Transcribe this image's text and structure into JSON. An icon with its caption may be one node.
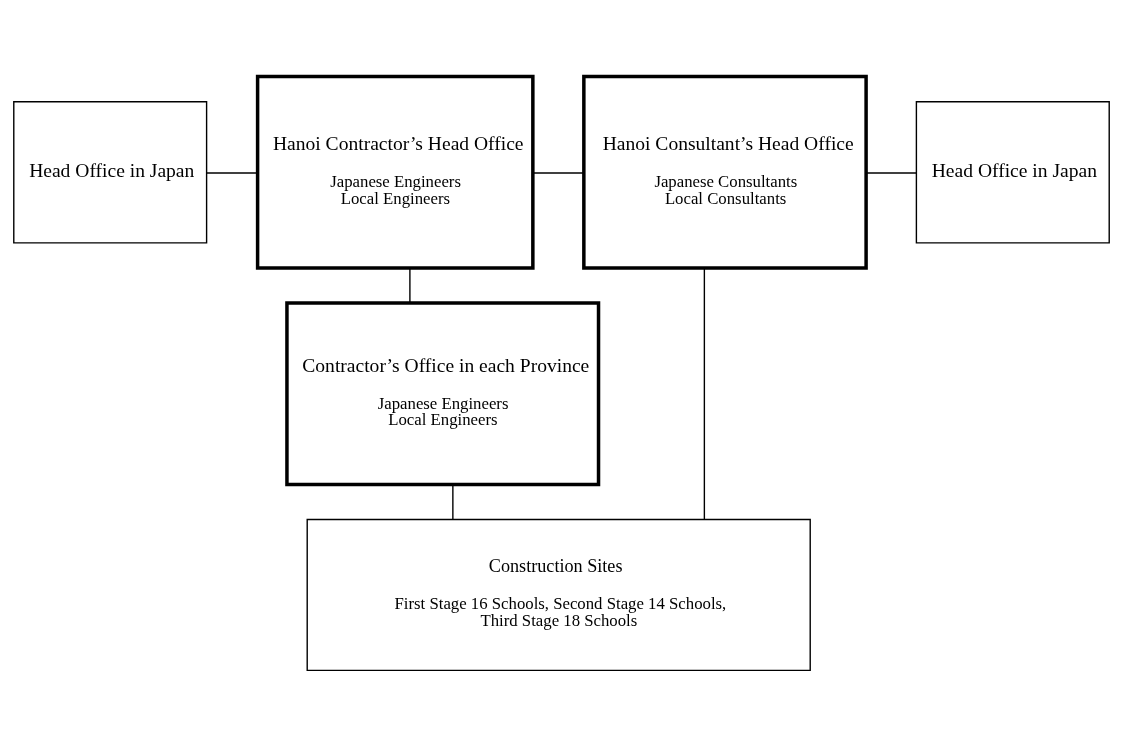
{
  "diagram": {
    "nodes": [
      {
        "text": [
          "Head Office in Japan"
        ]
      },
      {
        "text": [
          "Hanoi Contractor’s Head Office",
          "Japanese Engineers",
          "Local Engineers"
        ]
      },
      {
        "text": [
          "Hanoi Consultant’s Head Office",
          "Japanese Consultants",
          "Local Consultants"
        ]
      },
      {
        "text": [
          "Head Office in Japan"
        ]
      },
      {
        "text": [
          "Contractor’s Office in each Province",
          "Japanese Engineers",
          "Local Engineers"
        ]
      },
      {
        "text": [
          "Construction Sites",
          "First Stage 16 Schools, Second Stage 14 Schools,",
          "Third Stage 18 Schools"
        ]
      }
    ],
    "edges": [
      {
        "from": 0,
        "to": 1,
        "arrow": "none"
      },
      {
        "from": 1,
        "to": 2,
        "arrow": "none"
      },
      {
        "from": 2,
        "to": 3,
        "arrow": "none"
      },
      {
        "from": 1,
        "to": 4,
        "arrow": "none"
      },
      {
        "from": 4,
        "to": 5,
        "arrow": "none"
      },
      {
        "from": 2,
        "to": 5,
        "arrow": "none"
      }
    ]
  }
}
